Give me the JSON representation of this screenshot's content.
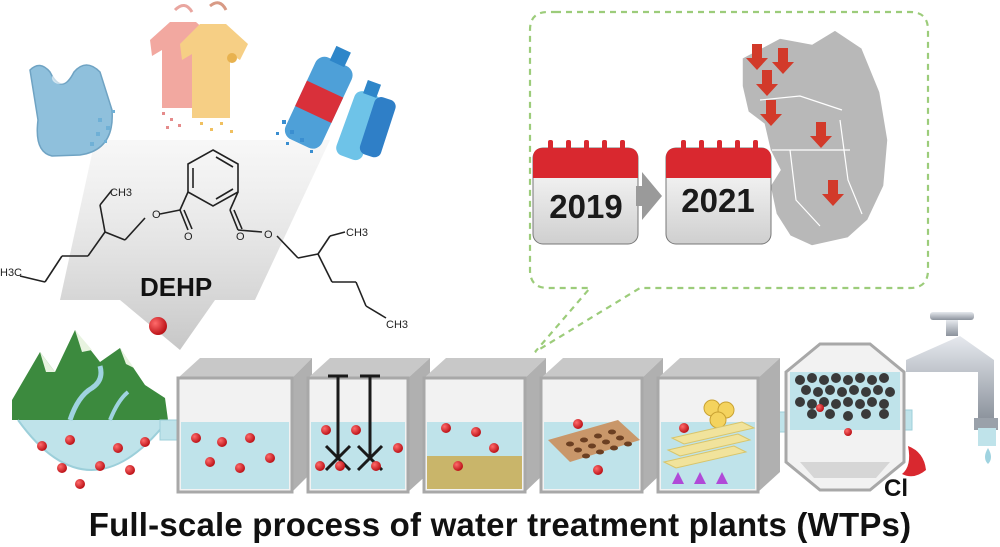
{
  "molecule": {
    "name": "DEHP",
    "ch3_top": "CH3",
    "h3c_left": "H3C",
    "ch3_right_top": "CH3",
    "ch3_right_bottom": "CH3"
  },
  "timeline": {
    "start_year": "2019",
    "end_year": "2021"
  },
  "chlorine_label": "Cl",
  "caption": "Full-scale process of water treatment plants (WTPs)",
  "colors": {
    "water": "#bfe3ea",
    "particle": "#d7141c",
    "calendar_red": "#d9282f",
    "arrow_red": "#d23a2a",
    "map_gray": "#b3b3b3",
    "tank_gray": "#c8c8c8",
    "dashed_green": "#9ccc7a"
  },
  "icons": [
    "plastic-bag-icon",
    "t-shirts-icon",
    "plastic-bottles-icon",
    "mountain-icon",
    "faucet-icon",
    "calendar-icon"
  ]
}
